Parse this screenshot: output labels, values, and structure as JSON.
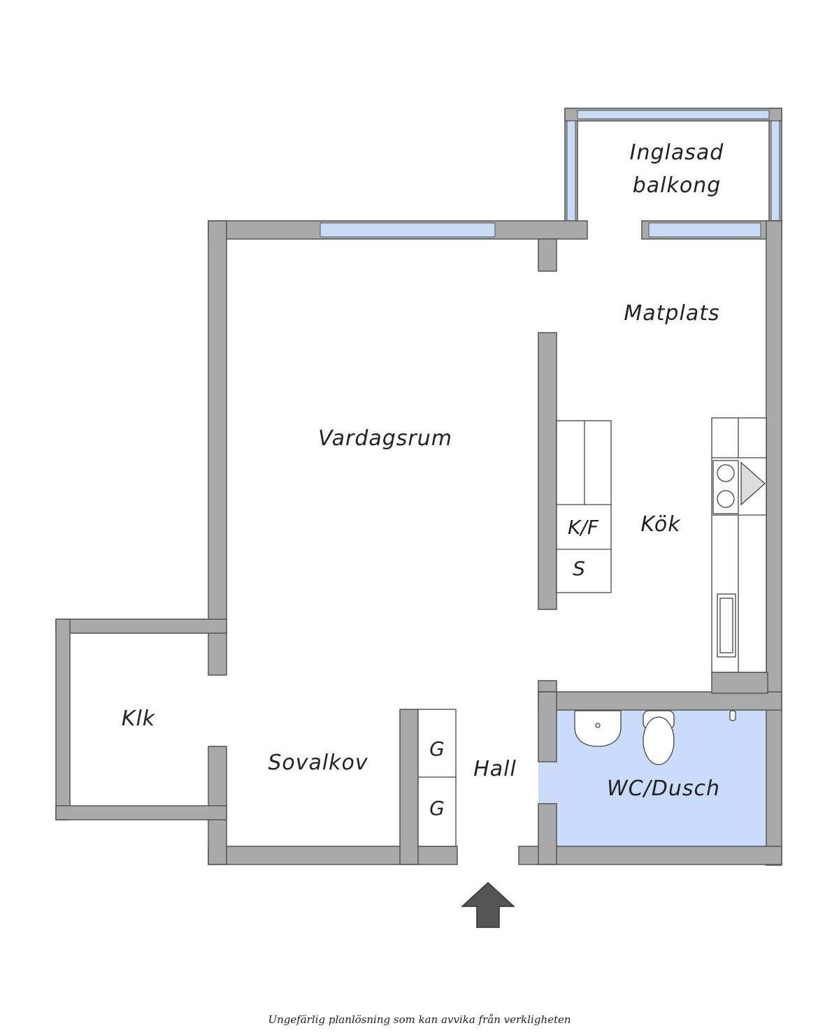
{
  "rooms": {
    "balcony": "Inglasad\nbalkong",
    "balcony_line1": "Inglasad",
    "balcony_line2": "balkong",
    "dining": "Matplats",
    "living": "Vardagsrum",
    "kitchen": "Kök",
    "closet": "Klk",
    "bed_alcove": "Sovalkov",
    "hall": "Hall",
    "bathroom": "WC/Dusch"
  },
  "appliances": {
    "fridge_freezer": "K/F",
    "cabinet": "S",
    "wardrobe_1": "G",
    "wardrobe_2": "G"
  },
  "colors": {
    "wall": "#a9a9a9",
    "window": "#c9dcf7",
    "bathroom_floor": "#c9dcfb",
    "entrance_arrow": "#555555"
  },
  "icons": {
    "entrance": "entrance-arrow-icon"
  },
  "footer": {
    "disclaimer": "Ungefärlig planlösning som kan avvika från verkligheten"
  }
}
